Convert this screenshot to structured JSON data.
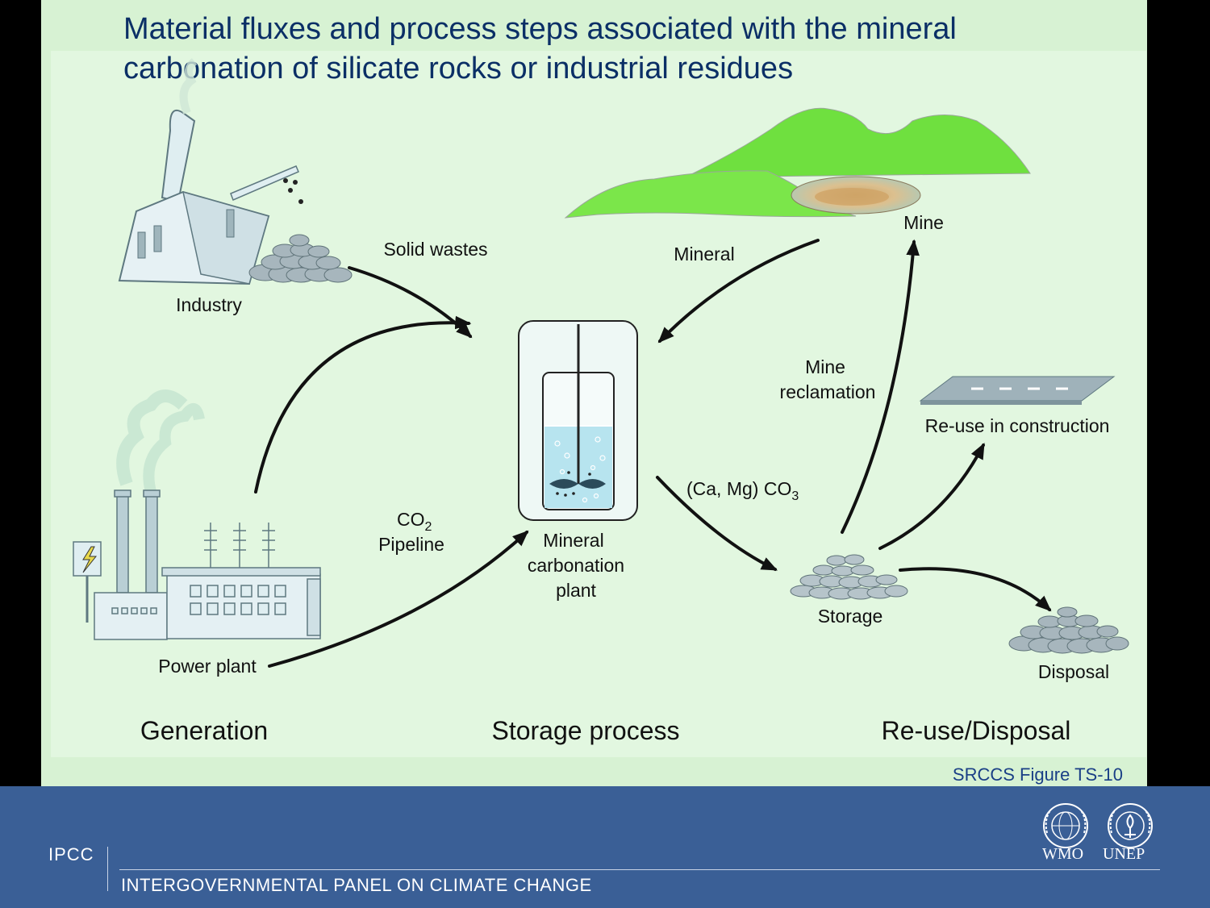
{
  "title": {
    "line1": "Material fluxes and process steps associated with the mineral",
    "line2": "carbonation of silicate rocks or industrial residues"
  },
  "labels": {
    "industry": "Industry",
    "solid_wastes": "Solid wastes",
    "mineral": "Mineral",
    "mine": "Mine",
    "mine_reclamation_1": "Mine",
    "mine_reclamation_2": "reclamation",
    "reuse_construction": "Re-use in construction",
    "caco3_prefix": "(Ca, Mg) CO",
    "caco3_sub": "3",
    "co2_prefix": "CO",
    "co2_sub": "2",
    "pipeline": "Pipeline",
    "plant_1": "Mineral",
    "plant_2": "carbonation",
    "plant_3": "plant",
    "storage": "Storage",
    "disposal": "Disposal",
    "power_plant": "Power plant"
  },
  "stages": {
    "generation": "Generation",
    "storage_process": "Storage process",
    "reuse_disposal": "Re-use/Disposal"
  },
  "caption": "SRCCS Figure TS-10",
  "footer": {
    "ipcc": "IPCC",
    "panel_name": "INTERGOVERNMENTAL PANEL ON CLIMATE CHANGE",
    "wmo": "WMO",
    "unep": "UNEP"
  },
  "colors": {
    "title": "#0b2f66",
    "background": "#e2f7e0",
    "footer": "#3a5f96",
    "hill": "#6fe03f",
    "building": "#e4f0f3",
    "rock": "#a7b6bd",
    "water": "#b7e4ef"
  }
}
